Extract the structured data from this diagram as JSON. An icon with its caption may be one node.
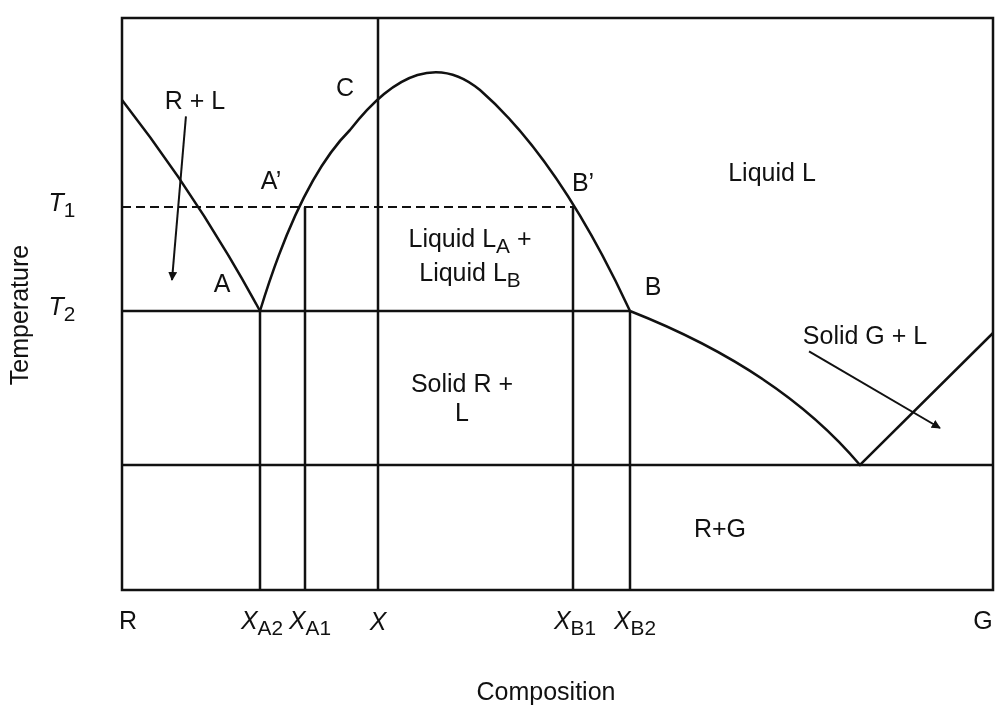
{
  "diagram": {
    "nodes": [
      {
        "text": [
          "R + L"
        ]
      },
      {
        "text": [
          "Solid G + L"
        ]
      }
    ],
    "edges": [
      {
        "from": 0,
        "to": null,
        "arrow": "to"
      },
      {
        "from": 1,
        "to": null,
        "arrow": "to"
      }
    ],
    "labels": [
      "C",
      "A’",
      "B’",
      "Liquid  L",
      "*T*$_{1}$",
      "Liquid L$_{A}$ + Liquid L$_{B}$",
      "A",
      "B",
      "*T*$_{2}$",
      "Temperature",
      "Solid R + L",
      "R+G",
      "R",
      "*X*$_{A2}$",
      "*X*$_{A1}$",
      "*X*",
      "*X*$_{B1}$",
      "*X*$_{B2}$",
      "G",
      "Composition"
    ]
  }
}
